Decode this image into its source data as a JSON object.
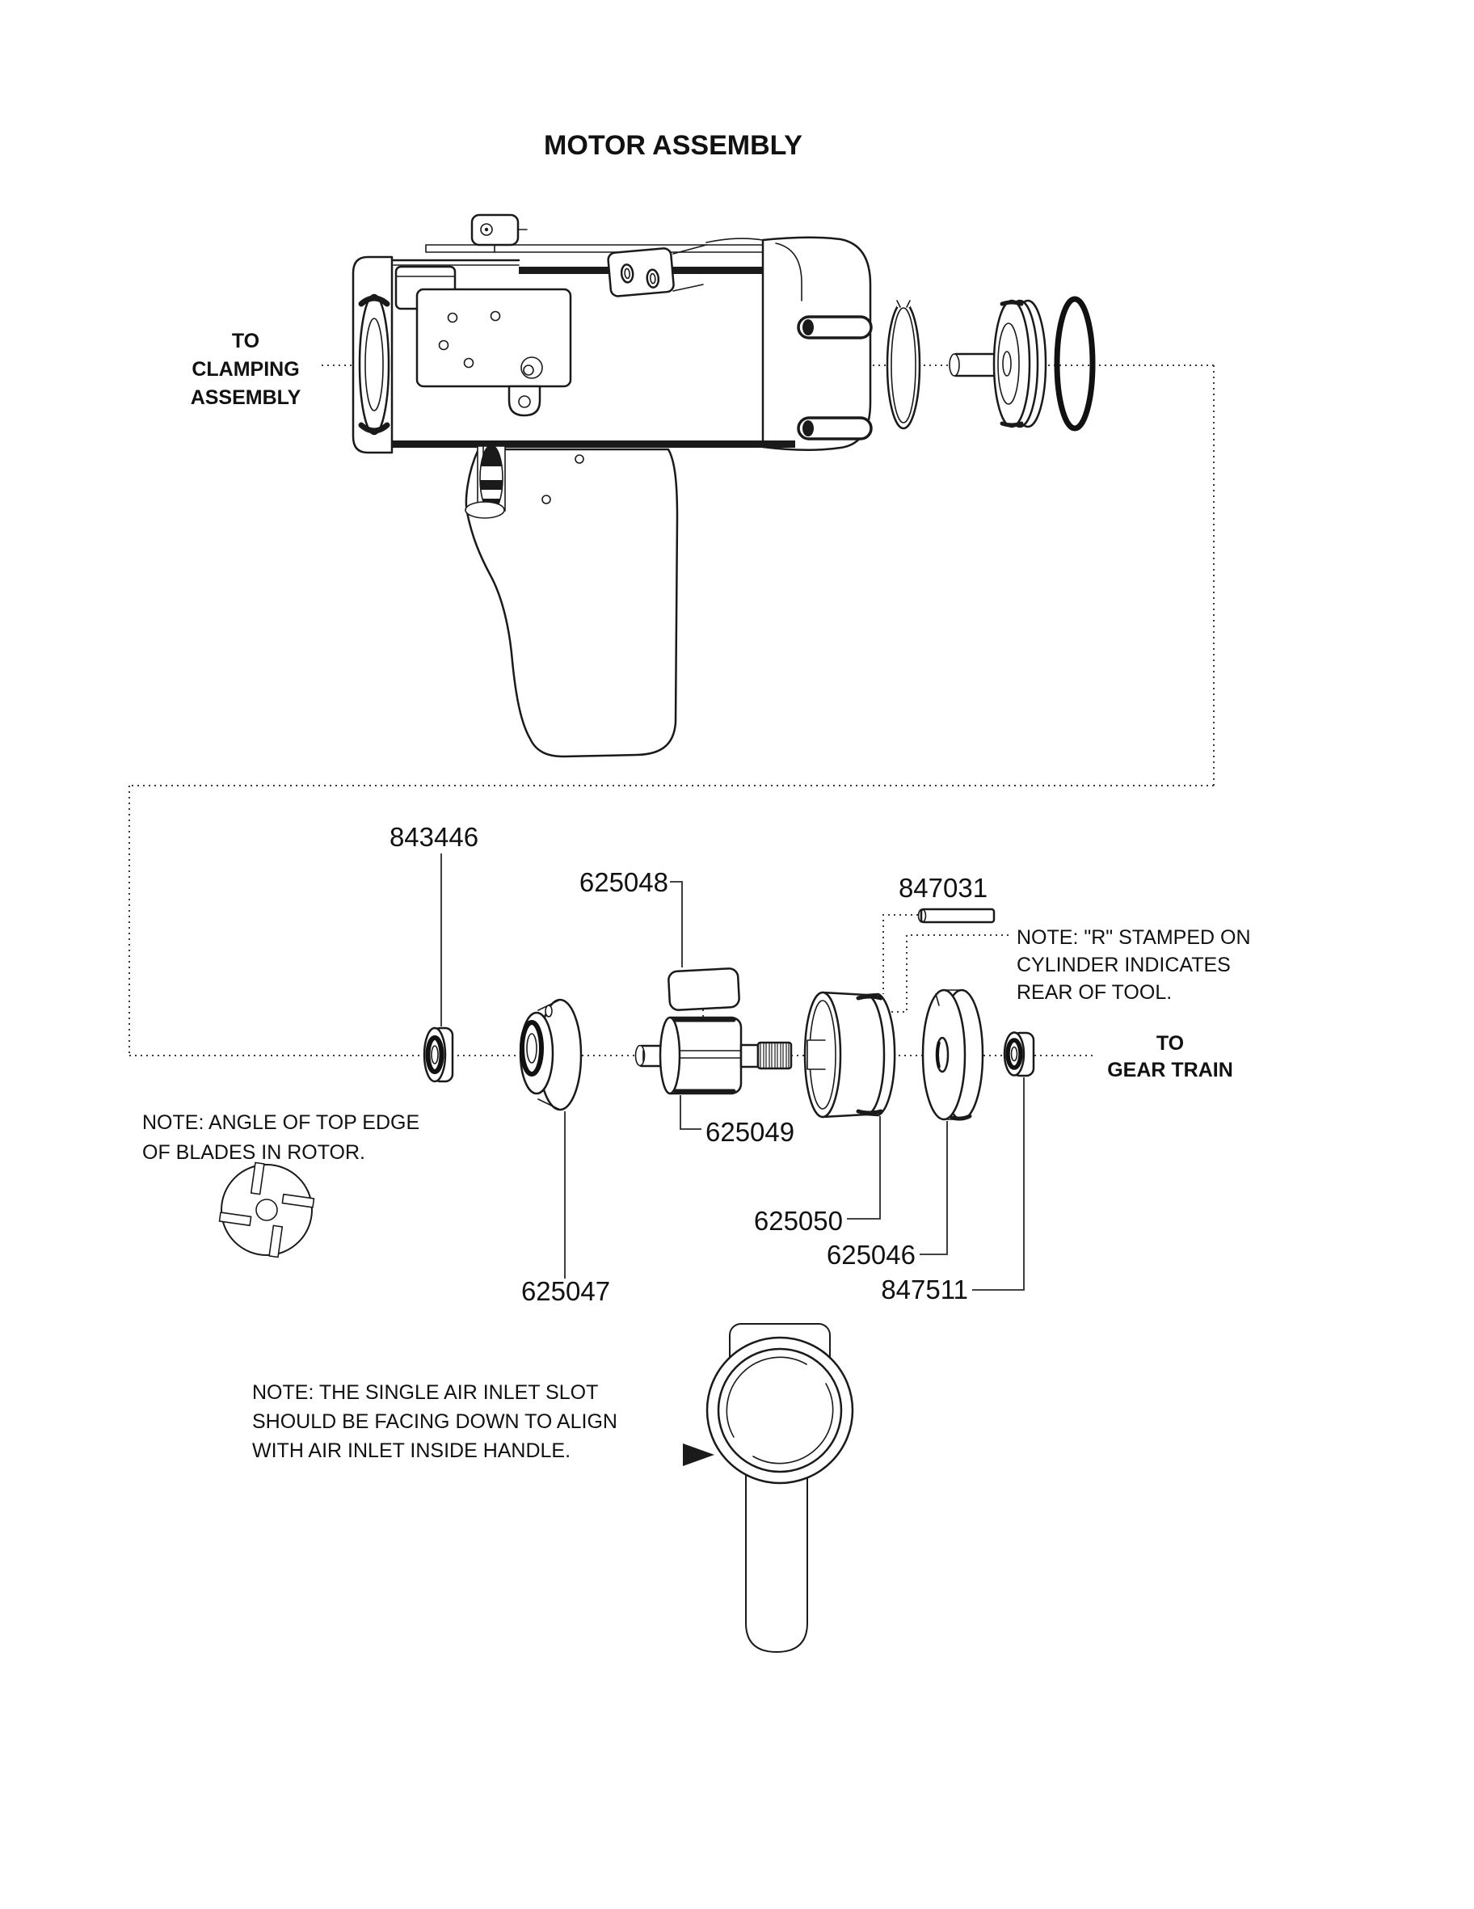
{
  "page": {
    "title": "MOTOR ASSEMBLY"
  },
  "colors": {
    "ink": "#1a1a1a",
    "background": "#ffffff",
    "dotted_line": "#3a3a3a"
  },
  "callouts": {
    "to_clamping": {
      "lines": [
        "TO",
        "CLAMPING",
        "ASSEMBLY"
      ]
    },
    "to_gear_train": {
      "lines": [
        "TO",
        "GEAR TRAIN"
      ]
    }
  },
  "part_labels": {
    "front_bearing": "843446",
    "vane": "625048",
    "pin": "847031",
    "rotor": "625049",
    "cylinder": "625050",
    "rear_end_plate": "625046",
    "rear_bearing": "847511",
    "front_end_plate": "625047"
  },
  "notes": {
    "r_stamp": {
      "lines": [
        "NOTE: \"R\" STAMPED ON",
        "CYLINDER INDICATES",
        "REAR OF TOOL."
      ]
    },
    "blade_angle": {
      "lines": [
        "NOTE: ANGLE OF TOP EDGE",
        "OF BLADES IN ROTOR."
      ]
    },
    "air_inlet": {
      "lines": [
        "NOTE: THE SINGLE AIR INLET SLOT",
        "SHOULD BE FACING DOWN TO ALIGN",
        "WITH AIR INLET INSIDE HANDLE."
      ]
    }
  }
}
